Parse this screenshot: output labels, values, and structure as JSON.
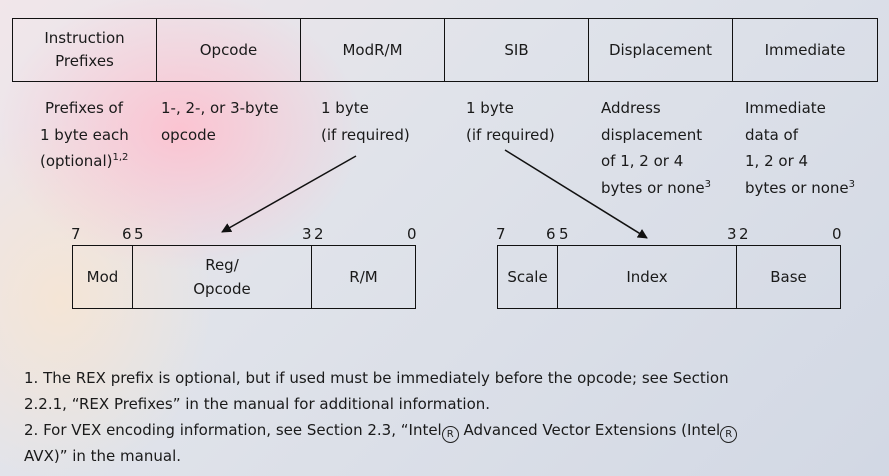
{
  "fields": [
    {
      "label": "Instruction\nPrefixes"
    },
    {
      "label": "Opcode"
    },
    {
      "label": "ModR/M"
    },
    {
      "label": "SIB"
    },
    {
      "label": "Displacement"
    },
    {
      "label": "Immediate"
    }
  ],
  "descriptions": [
    {
      "lines": [
        "Prefixes of",
        "1 byte each",
        "(optional)"
      ],
      "sup": "1,2"
    },
    {
      "lines": [
        "1-, 2-, or 3-byte",
        "opcode"
      ],
      "sup": ""
    },
    {
      "lines": [
        "1 byte",
        "(if required)"
      ],
      "sup": ""
    },
    {
      "lines": [
        "1 byte",
        "(if required)"
      ],
      "sup": ""
    },
    {
      "lines": [
        "Address",
        "displacement",
        "of 1, 2 or 4",
        "bytes or none"
      ],
      "sup": "3"
    },
    {
      "lines": [
        "Immediate",
        "data of",
        "1, 2 or 4",
        "bytes or none"
      ],
      "sup": "3"
    }
  ],
  "modrm": {
    "fields": [
      "Mod",
      "Reg/\nOpcode",
      "R/M"
    ],
    "bits": [
      "7",
      "6",
      "5",
      "3",
      "2",
      "0"
    ]
  },
  "sib": {
    "fields": [
      "Scale",
      "Index",
      "Base"
    ],
    "bits": [
      "7",
      "6",
      "5",
      "3",
      "2",
      "0"
    ]
  },
  "notes": {
    "n1_line1": "1. The REX prefix is optional, but if used must be immediately before the opcode; see Section",
    "n1_line2": "2.2.1, “REX Prefixes” in the manual for additional information.",
    "n2_line1_a": "2. For VEX encoding information, see Section 2.3, “Intel",
    "n2_line1_b": " Advanced Vector Extensions (Intel",
    "n2_line2": "AVX)” in the manual.",
    "reg_symbol": "R"
  }
}
